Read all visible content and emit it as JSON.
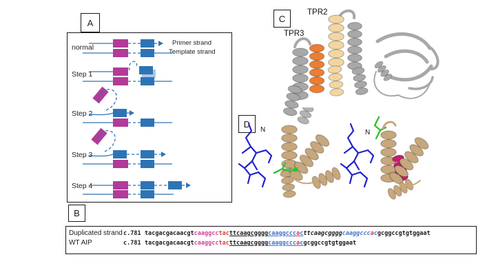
{
  "css_vars": {
    "aMagenta": "#b23b98",
    "aBlue": "#2e74b5",
    "aShadow": "#a9c7e8",
    "sMagenta": "#d6409c",
    "sRed": "#e03c3c",
    "sBlue": "#4472c4",
    "cOrange": "#ed7d31",
    "cWheat": "#f2d6a2",
    "cGray": "#a8a8a8",
    "dTan": "#c7a77b",
    "dBlue": "#2121cc",
    "dGreen": "#2ec42e",
    "dMagenta": "#c2206a",
    "dGray": "#b3b3b3"
  },
  "panelA": {
    "label": "A",
    "legend": {
      "primer": "Primer strand",
      "template": "Template strand"
    },
    "steps": {
      "normal": "normal",
      "s1": "Step 1",
      "s2": "Step 2",
      "s3": "Step 3",
      "s4": "Step 4"
    }
  },
  "panelB": {
    "label": "B",
    "rows": [
      {
        "name": "Duplicated strand",
        "pos": "c.781"
      },
      {
        "name": "WT AIP",
        "pos": "c.781"
      }
    ],
    "dup": {
      "pre": "tacgacgacaacgt",
      "m": "caaggcc",
      "r1": "tac",
      "u_black": "ttcaagcgggg",
      "u_blue1": "caaggccc",
      "u_red": "a",
      "u_blue2": "c",
      "i_black": "ttcaagcgggg",
      "i_blue1": "caaggccc",
      "i_red": "a",
      "i_blue2": "c",
      "post": "gcggccgtgtggaat"
    },
    "wt": {
      "pre": "tacgacgacaacgt",
      "m": "caaggcc",
      "r1": "tac",
      "u_black": "ttcaagcgggg",
      "u_blue1": "caaggccc",
      "u_red": "a",
      "u_blue2": "c",
      "post": "gcggccgtgtggaat"
    }
  },
  "panelC": {
    "label": "C",
    "annotations": {
      "tpr2": "TPR2",
      "tpr3": "TPR3"
    }
  },
  "panelD": {
    "label": "D",
    "annotations": {
      "n_left": "N",
      "n_right": "N"
    }
  }
}
